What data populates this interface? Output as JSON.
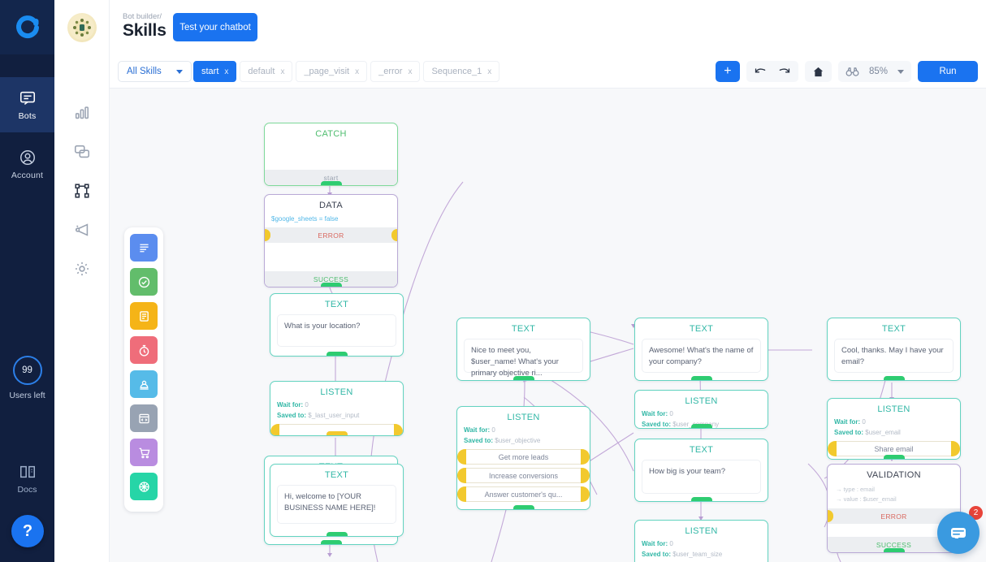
{
  "brand": {
    "accent": "#1a73f0",
    "rail_bg": "#111f3f",
    "canvas_bg": "#f7f8fa"
  },
  "rail": {
    "logo_icon": "chatbot-c-logo",
    "items": [
      {
        "label": "Bots",
        "icon": "chat-square-icon",
        "active": true
      },
      {
        "label": "Account",
        "icon": "user-circle-icon",
        "active": false
      }
    ],
    "users": {
      "count": "99",
      "label": "Users left"
    },
    "docs": {
      "label": "Docs",
      "icon": "book-icon"
    },
    "help": {
      "label": "?",
      "icon": "question-mark-icon"
    }
  },
  "strip": {
    "avatar_icon": "user-avatar",
    "items": [
      {
        "icon": "bar-chart-icon"
      },
      {
        "icon": "chat-bubbles-icon"
      },
      {
        "icon": "flow-nodes-icon"
      },
      {
        "icon": "megaphone-icon"
      },
      {
        "icon": "gear-icon"
      }
    ]
  },
  "header": {
    "breadcrumb": "Bot builder/",
    "title": "Skills",
    "test_button": "Test your chatbot"
  },
  "toolbar": {
    "skills_select": "All Skills",
    "tabs": [
      {
        "label": "start",
        "close": "x",
        "active": true
      },
      {
        "label": "default",
        "close": "x",
        "active": false
      },
      {
        "label": "_page_visit",
        "close": "x",
        "active": false
      },
      {
        "label": "_error",
        "close": "x",
        "active": false
      },
      {
        "label": "Sequence_1",
        "close": "x",
        "active": false
      }
    ],
    "add_button": "+",
    "undo_icon": "undo-arrow-icon",
    "redo_icon": "redo-arrow-icon",
    "home_icon": "home-icon",
    "zoom_icon": "binoculars-icon",
    "zoom_level": "85%",
    "zoom_chevron": "chevron-down-icon",
    "run_button": "Run"
  },
  "palette": [
    {
      "icon": "text-lines-icon",
      "color": "#5b8def"
    },
    {
      "icon": "check-circle-icon",
      "color": "#62bd6b"
    },
    {
      "icon": "form-icon",
      "color": "#f5b417"
    },
    {
      "icon": "timer-icon",
      "color": "#ef6d7a"
    },
    {
      "icon": "person-card-icon",
      "color": "#56bbe8"
    },
    {
      "icon": "code-window-icon",
      "color": "#98a3b3"
    },
    {
      "icon": "cart-icon",
      "color": "#b98ce0"
    },
    {
      "icon": "integration-icon",
      "color": "#26d5a7"
    }
  ],
  "canvas": {
    "nodes": [
      {
        "id": "catch",
        "type": "CATCH",
        "ports": [
          {
            "label": "start",
            "kind": "start"
          }
        ]
      },
      {
        "id": "data",
        "type": "DATA",
        "variable": "$google_sheets = false",
        "ports": [
          {
            "label": "ERROR",
            "kind": "err"
          },
          {
            "label": "SUCCESS",
            "kind": "succ"
          }
        ]
      },
      {
        "id": "text-location",
        "type": "TEXT",
        "message": "What is your location?"
      },
      {
        "id": "listen-last-input",
        "type": "LISTEN",
        "wait_label": "Wait for:",
        "wait_value": "0",
        "saved_label": "Saved to:",
        "saved_value": "$_last_user_input"
      },
      {
        "id": "text-welcome-back",
        "type": "TEXT",
        "message": ""
      },
      {
        "id": "text-welcome",
        "type": "TEXT",
        "message": "Hi, welcome to [YOUR BUSINESS NAME HERE]!"
      },
      {
        "id": "text-nice-meet",
        "type": "TEXT",
        "message": "Nice to meet you, $user_name! What's your primary objective ri..."
      },
      {
        "id": "listen-objective",
        "type": "LISTEN",
        "wait_label": "Wait for:",
        "wait_value": "0",
        "saved_label": "Saved to:",
        "saved_value": "$user_objective",
        "choices": [
          "Get more leads",
          "Increase conversions",
          "Answer customer's qu..."
        ]
      },
      {
        "id": "text-company",
        "type": "TEXT",
        "message": "Awesome! What's the name of your company?"
      },
      {
        "id": "listen-company",
        "type": "LISTEN",
        "wait_label": "Wait for:",
        "wait_value": "0",
        "saved_label": "Saved to:",
        "saved_value": "$user_company"
      },
      {
        "id": "text-team-size",
        "type": "TEXT",
        "message": "How big is your team?"
      },
      {
        "id": "listen-team-size",
        "type": "LISTEN",
        "wait_label": "Wait for:",
        "wait_value": "0",
        "saved_label": "Saved to:",
        "saved_value": "$user_team_size"
      },
      {
        "id": "text-email",
        "type": "TEXT",
        "message": "Cool, thanks. May I have your email?"
      },
      {
        "id": "listen-email",
        "type": "LISTEN",
        "wait_label": "Wait for:",
        "wait_value": "0",
        "saved_label": "Saved to:",
        "saved_value": "$user_email",
        "choices": [
          "Share email"
        ]
      },
      {
        "id": "validation-email",
        "type": "VALIDATION",
        "params": [
          "→ type : email",
          "→ value : $user_email"
        ],
        "ports": [
          {
            "label": "ERROR",
            "kind": "err"
          },
          {
            "label": "SUCCESS",
            "kind": "succ"
          }
        ]
      }
    ]
  },
  "chat_widget": {
    "icon": "chat-message-icon",
    "badge": "2"
  }
}
